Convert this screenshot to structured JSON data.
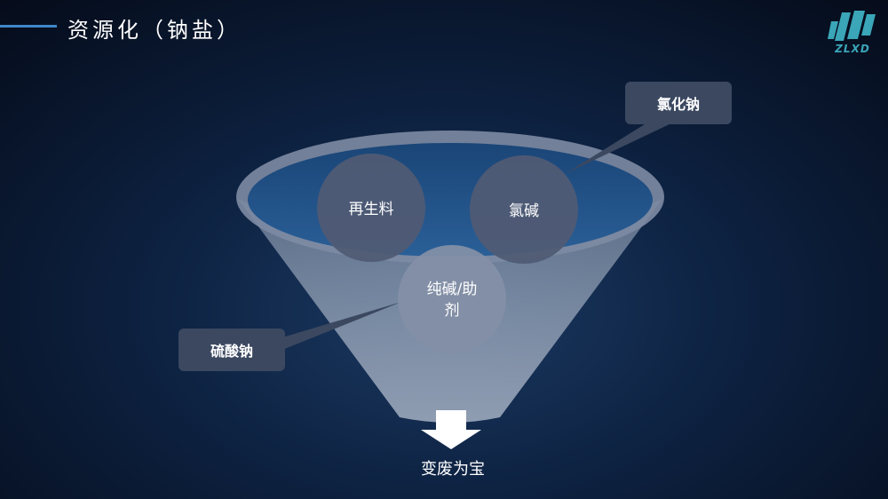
{
  "header": {
    "title": "资源化（钠盐）"
  },
  "logo": {
    "text": "ZLXD",
    "color": "#3aa6b8"
  },
  "funnel": {
    "bubbles": [
      {
        "label": "再生料"
      },
      {
        "label": "氯碱"
      },
      {
        "label": "纯碱/助\n剂"
      }
    ],
    "callouts": {
      "top_right": "氯化钠",
      "left": "硫酸钠"
    },
    "result": "变废为宝"
  },
  "colors": {
    "title_accent": "#3f87c9",
    "callout_bg": "#3b4860",
    "funnel_rim": "#8593aa",
    "liquid": "#1d4f86"
  }
}
